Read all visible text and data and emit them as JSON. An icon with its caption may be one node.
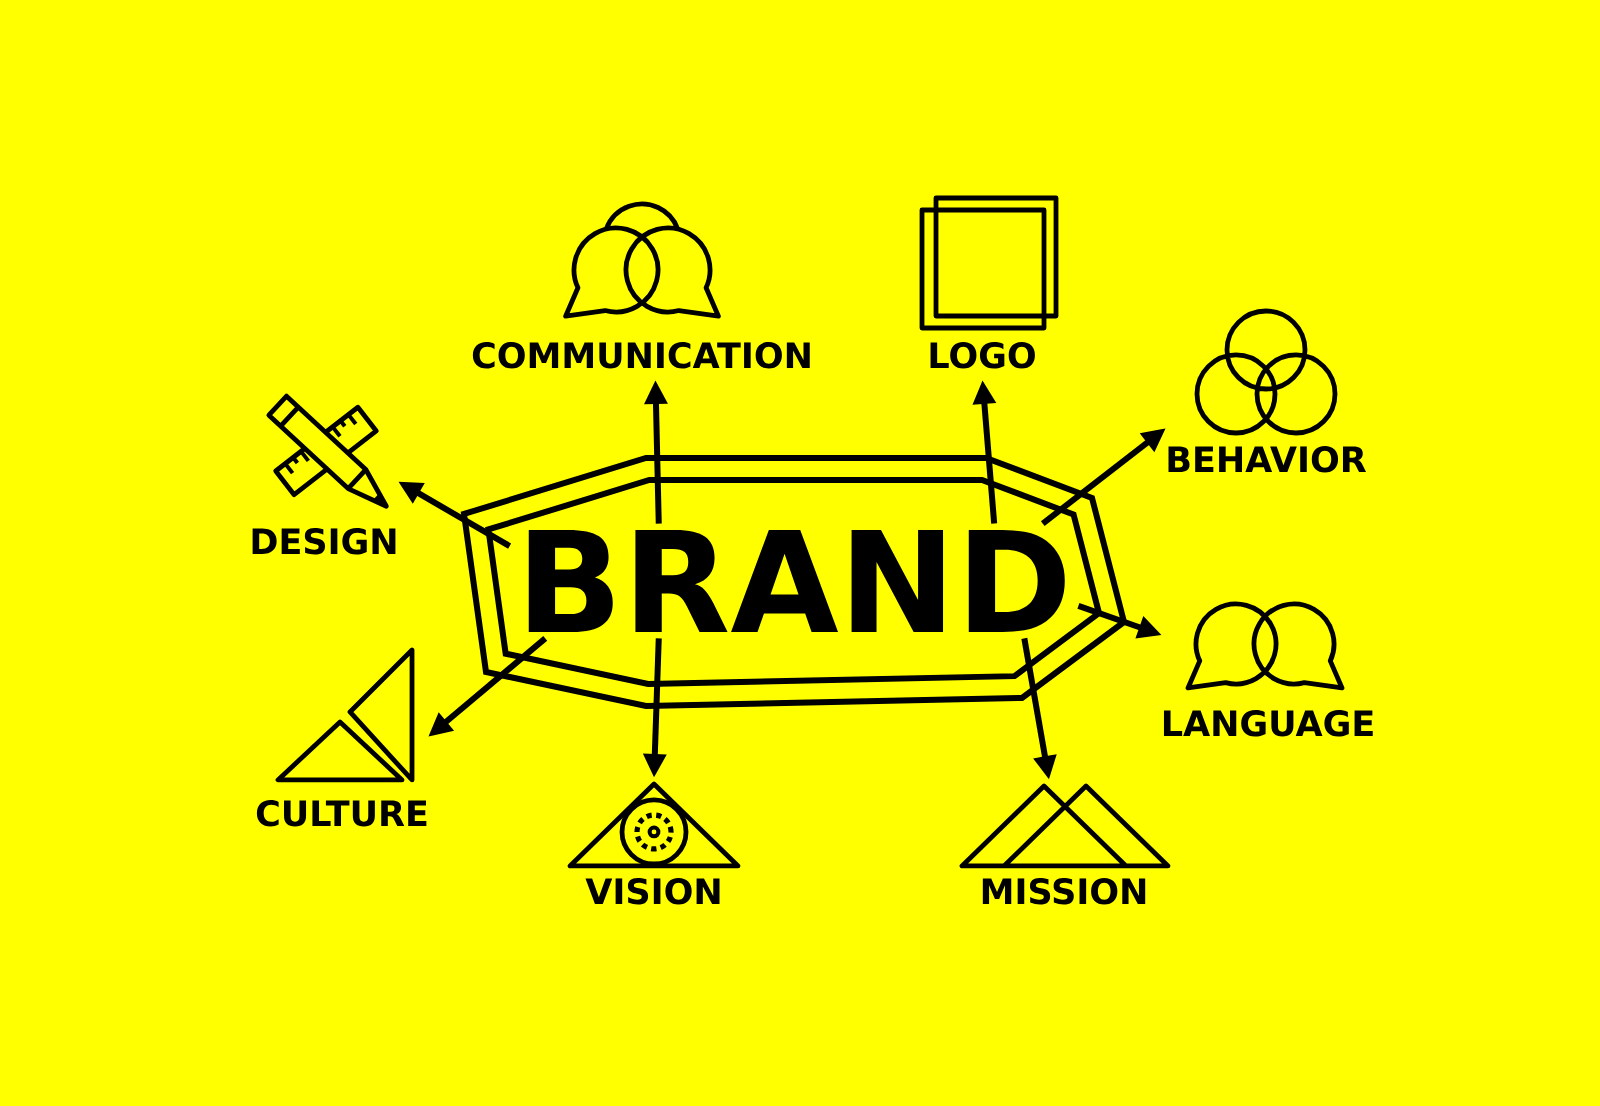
{
  "diagram": {
    "nodes": [
      {
        "text": [
          "BRAND"
        ]
      },
      {
        "text": [
          "COMMUNICATION"
        ]
      },
      {
        "text": [
          "LOGO"
        ]
      },
      {
        "text": [
          "BEHAVIOR"
        ]
      },
      {
        "text": [
          "DESIGN"
        ]
      },
      {
        "text": [
          "LANGUAGE"
        ]
      },
      {
        "text": [
          "CULTURE"
        ]
      },
      {
        "text": [
          "VISION"
        ]
      },
      {
        "text": [
          "MISSION"
        ]
      }
    ],
    "edges": [
      {
        "from": 0,
        "to": 1,
        "arrow": "to"
      },
      {
        "from": 0,
        "to": 2,
        "arrow": "to"
      },
      {
        "from": 0,
        "to": 3,
        "arrow": "to"
      },
      {
        "from": 0,
        "to": 4,
        "arrow": "to"
      },
      {
        "from": 0,
        "to": 5,
        "arrow": "to"
      },
      {
        "from": 0,
        "to": 6,
        "arrow": "to"
      },
      {
        "from": 0,
        "to": 7,
        "arrow": "to"
      },
      {
        "from": 0,
        "to": 8,
        "arrow": "to"
      }
    ]
  }
}
